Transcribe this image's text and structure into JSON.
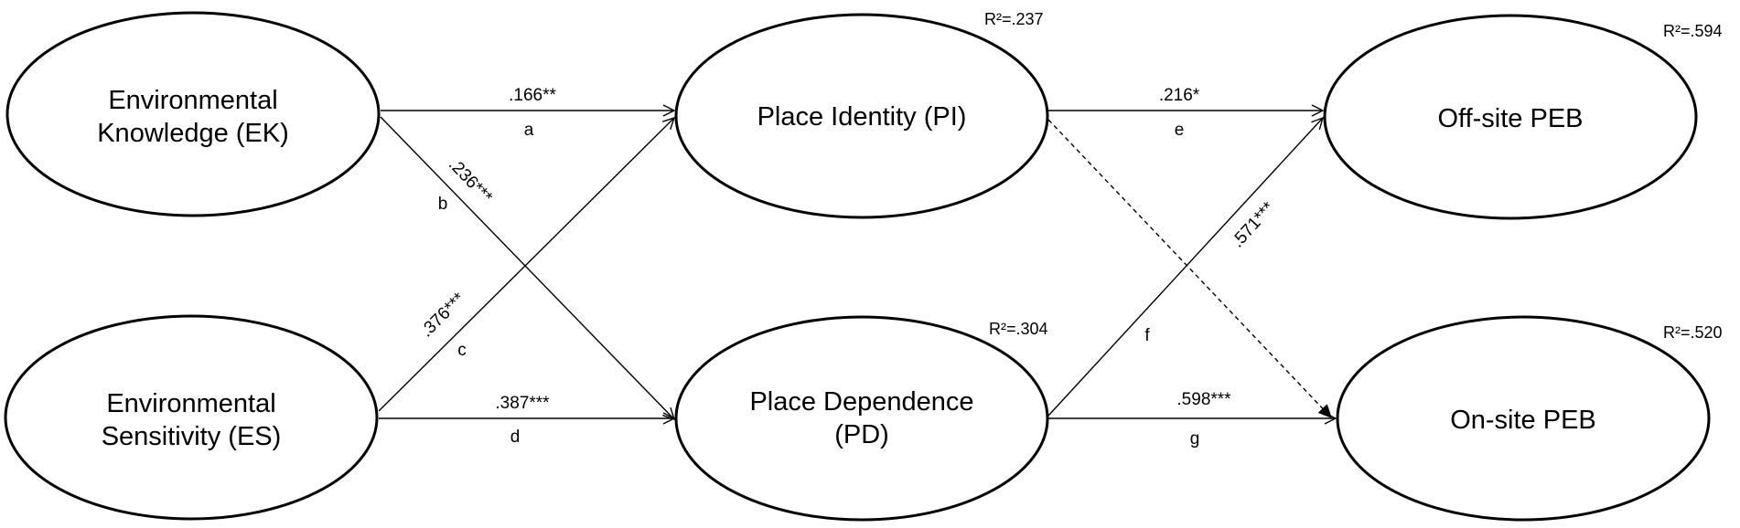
{
  "nodes": {
    "ek": {
      "lines": [
        "Environmental",
        "Knowledge (EK)"
      ]
    },
    "es": {
      "lines": [
        "Environmental",
        "Sensitivity (ES)"
      ]
    },
    "pi": {
      "lines": [
        "Place Identity (PI)"
      ],
      "r2": "R²=.237"
    },
    "pd": {
      "lines": [
        "Place Dependence",
        "(PD)"
      ],
      "r2": "R²=.304"
    },
    "off": {
      "lines": [
        "Off-site PEB"
      ],
      "r2": "R²=.594"
    },
    "on": {
      "lines": [
        "On-site PEB"
      ],
      "r2": "R²=.520"
    }
  },
  "paths": {
    "a": {
      "from": "ek",
      "to": "pi",
      "coef": ".166**",
      "letter": "a",
      "style": "solid"
    },
    "b": {
      "from": "ek",
      "to": "pd",
      "coef": ".236***",
      "letter": "b",
      "style": "solid"
    },
    "c": {
      "from": "es",
      "to": "pi",
      "coef": ".376***",
      "letter": "c",
      "style": "solid"
    },
    "d": {
      "from": "es",
      "to": "pd",
      "coef": ".387***",
      "letter": "d",
      "style": "solid"
    },
    "e": {
      "from": "pi",
      "to": "off",
      "coef": ".216*",
      "letter": "e",
      "style": "solid"
    },
    "f": {
      "from": "pd",
      "to": "off",
      "coef": ".571***",
      "letter": "f",
      "style": "solid"
    },
    "g": {
      "from": "pd",
      "to": "on",
      "coef": ".598***",
      "letter": "g",
      "style": "solid"
    },
    "pi_on": {
      "from": "pi",
      "to": "on",
      "style": "dashed"
    }
  }
}
